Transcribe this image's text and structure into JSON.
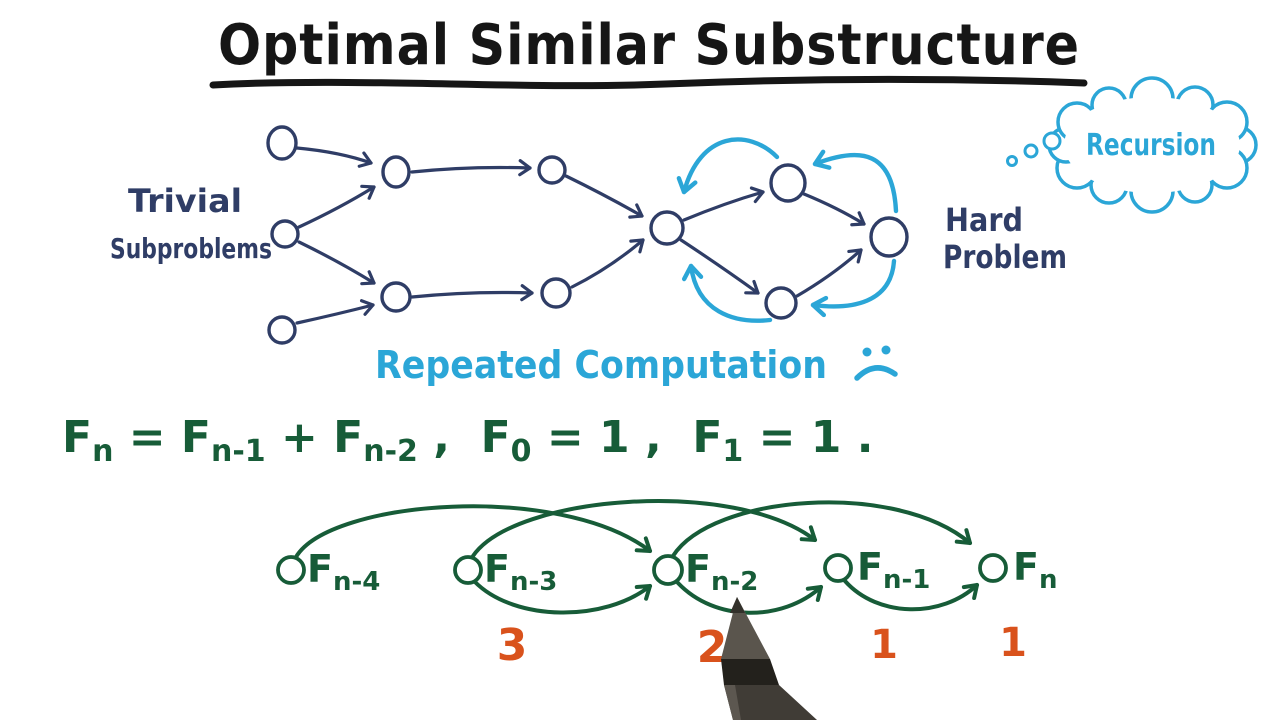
{
  "title": {
    "text": "Optimal Similar Substructure"
  },
  "palette": {
    "ink_black": "#161616",
    "ink_navy": "#2f3d66",
    "ink_cyan": "#2ba6d7",
    "ink_green": "#175c38",
    "ink_orange": "#d9521c",
    "background": "#ffffff"
  },
  "recursion_graph": {
    "left_label": [
      "Trivial",
      "Subproblems"
    ],
    "right_label": [
      "Hard",
      "Problem"
    ],
    "cloud_label": "Recursion",
    "caption": "Repeated Computation",
    "caption_face": "sad-face",
    "structure": {
      "nodes": [
        "t1",
        "t2",
        "t3",
        "m1",
        "m2",
        "m3",
        "m4",
        "c",
        "r1",
        "r2",
        "hard"
      ],
      "forward_edges": [
        [
          "t1",
          "m1"
        ],
        [
          "t2",
          "m1"
        ],
        [
          "t2",
          "m2"
        ],
        [
          "t3",
          "m2"
        ],
        [
          "m1",
          "m3"
        ],
        [
          "m2",
          "m4"
        ],
        [
          "m3",
          "c"
        ],
        [
          "m4",
          "c"
        ],
        [
          "c",
          "r1"
        ],
        [
          "c",
          "r2"
        ],
        [
          "r1",
          "hard"
        ],
        [
          "r2",
          "hard"
        ]
      ],
      "recursion_back_edges": [
        [
          "r1",
          "c"
        ],
        [
          "hard",
          "r1"
        ],
        [
          "r2",
          "c"
        ],
        [
          "hard",
          "r2"
        ]
      ]
    }
  },
  "formula": {
    "parts": [
      "F",
      "n",
      " = F",
      "n-1",
      " + F",
      "n-2",
      " ,  F",
      "0",
      " = 1 ,  F",
      "1",
      " = 1 ."
    ]
  },
  "fib_chain": {
    "nodes": [
      {
        "base": "F",
        "sub": "n-4"
      },
      {
        "base": "F",
        "sub": "n-3"
      },
      {
        "base": "F",
        "sub": "n-2"
      },
      {
        "base": "F",
        "sub": "n-1"
      },
      {
        "base": "F",
        "sub": "n"
      }
    ],
    "dependencies": "each node receives an arrow from the previous node and from the node two back",
    "counts": [
      "3",
      "2",
      "1",
      "1"
    ]
  },
  "overlay": {
    "pen": "stylus-pen-tip"
  }
}
